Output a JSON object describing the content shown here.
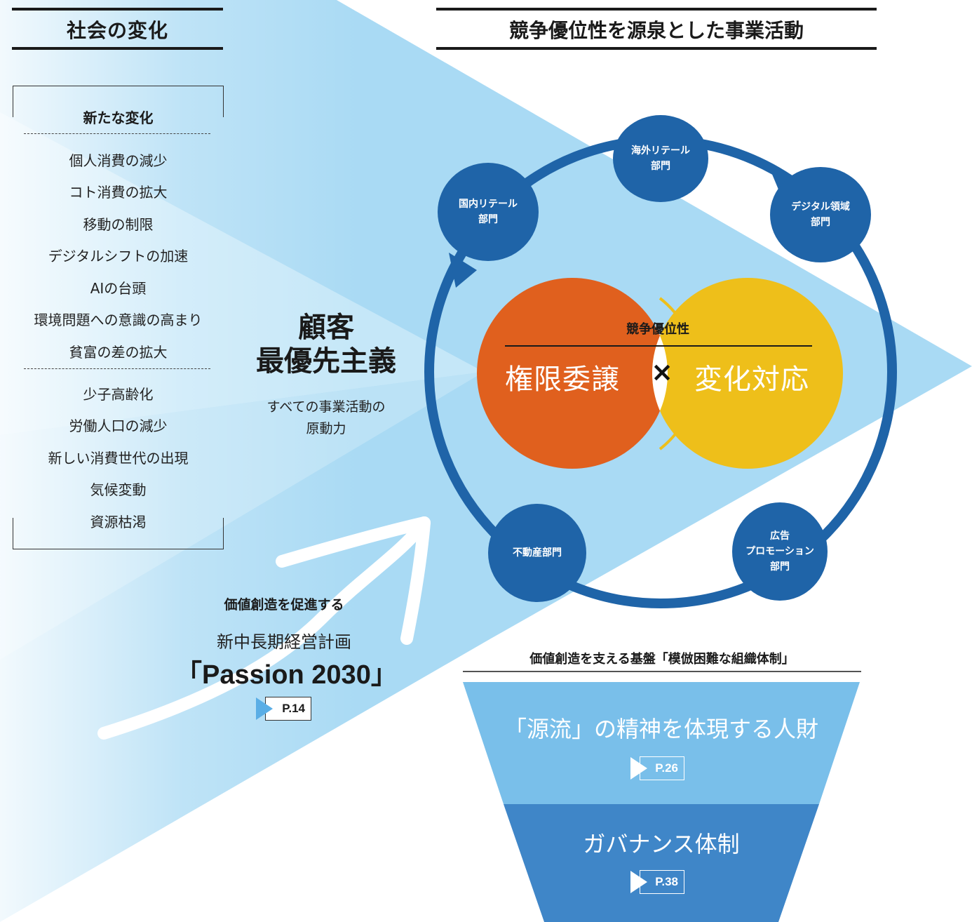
{
  "colors": {
    "background_blue": "#a8d8f3",
    "node_blue": "#1f64a8",
    "ring_blue": "#1f64a8",
    "orange": "#e0601e",
    "yellow": "#eebf1a",
    "funnel_top": "#79bfea",
    "funnel_bottom": "#3f86c8"
  },
  "left": {
    "title": "社会の変化",
    "new_changes_heading": "新たな変化",
    "new_changes": [
      "個人消費の減少",
      "コト消費の拡大",
      "移動の制限",
      "デジタルシフトの加速",
      "AIの台頭",
      "環境問題への意識の高まり",
      "貧富の差の拡大"
    ],
    "existing_changes": [
      "少子高齢化",
      "労働人口の減少",
      "新しい消費世代の出現",
      "気候変動",
      "資源枯渇"
    ]
  },
  "center": {
    "principle_line1": "顧客",
    "principle_line2": "最優先主義",
    "principle_sub_line1": "すべての事業活動の",
    "principle_sub_line2": "原動力",
    "value_creation_heading": "価値創造を促進する",
    "plan_name": "新中長期経営計画",
    "plan_title": "「Passion 2030」",
    "plan_page": "P.14"
  },
  "right": {
    "title": "競争優位性を源泉とした事業活動",
    "nodes": {
      "overseas": [
        "海外リテール",
        "部門"
      ],
      "domestic": [
        "国内リテール",
        "部門"
      ],
      "digital": [
        "デジタル領域",
        "部門"
      ],
      "realestate": [
        "不動産部門"
      ],
      "ad": [
        "広告",
        "プロモーション",
        "部門"
      ]
    },
    "advantage_label": "競争優位性",
    "venn_left": "権限委譲",
    "venn_cross": "×",
    "venn_right": "変化対応",
    "base_title": "価値創造を支える基盤「模倣困難な組織体制」",
    "funnel_top_label": "「源流」の精神を体現する人財",
    "funnel_top_page": "P.26",
    "funnel_bottom_label": "ガバナンス体制",
    "funnel_bottom_page": "P.38"
  }
}
